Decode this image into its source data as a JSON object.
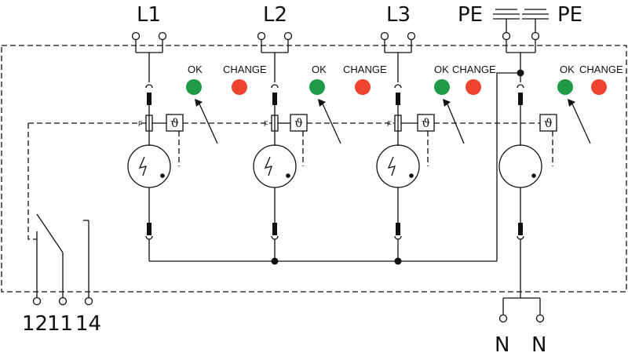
{
  "diagram": {
    "phases": [
      {
        "label": "L1",
        "ok_label": "OK",
        "change_label": "CHANGE",
        "fuse_label": "F",
        "thermal_symbol": "ϑ"
      },
      {
        "label": "L2",
        "ok_label": "OK",
        "change_label": "CHANGE",
        "fuse_label": "F",
        "thermal_symbol": "ϑ"
      },
      {
        "label": "L3",
        "ok_label": "OK",
        "change_label": "CHANGE",
        "fuse_label": "F",
        "thermal_symbol": "ϑ"
      },
      {
        "label": "",
        "ok_label": "OK",
        "change_label": "CHANGE",
        "fuse_label": "",
        "thermal_symbol": "ϑ"
      }
    ],
    "pe_labels": [
      "PE",
      "PE"
    ],
    "remote_contacts": [
      "12",
      "11",
      "14"
    ],
    "neutral_labels": [
      "N",
      "N"
    ],
    "colors": {
      "ok": "#1e9a46",
      "change": "#f0432e",
      "arrester_fill": "#d6d6d6",
      "thermal_fill": "#8c8c8c",
      "line": "#111111"
    }
  }
}
